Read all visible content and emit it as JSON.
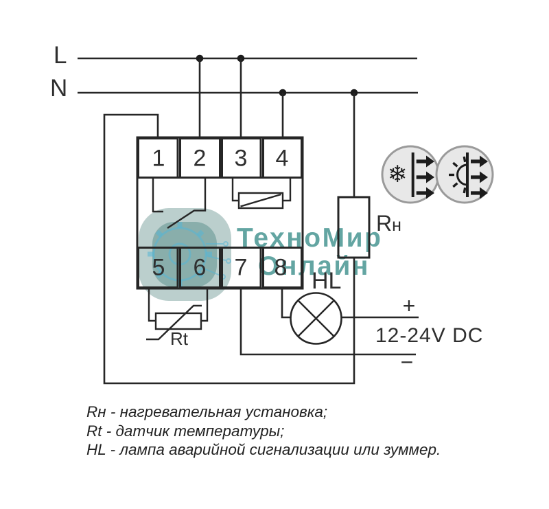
{
  "power_lines": {
    "l_label": "L",
    "n_label": "N"
  },
  "terminals": {
    "top": [
      "1",
      "2",
      "3",
      "4"
    ],
    "bottom": [
      "5",
      "6",
      "7",
      "8"
    ]
  },
  "components": {
    "heater_label_main": "R",
    "heater_label_sub": "н",
    "sensor_label": "Rt",
    "lamp_label": "HL"
  },
  "supply": {
    "plus": "+",
    "minus": "−",
    "voltage": "12-24V DC"
  },
  "legend": {
    "lines": [
      "Rн - нагревательная установка;",
      "Rt - датчик температуры;",
      "HL - лампа аварийной сигнализации или зуммер."
    ]
  },
  "watermark": {
    "title": "ТехноМир",
    "subtitle": "Онлайн"
  },
  "icons": {
    "left_name": "defrost-mode-icon",
    "right_name": "heating-mode-icon",
    "snowflake_glyph": "❄"
  },
  "colors": {
    "line": "#262626",
    "watermark_teal": "#4d9995",
    "watermark_fill": "#7da3a0",
    "gear_blue": "#56b7d6",
    "icon_circle_fill": "#e8e8e8",
    "icon_circle_border": "#9a9a9a"
  }
}
